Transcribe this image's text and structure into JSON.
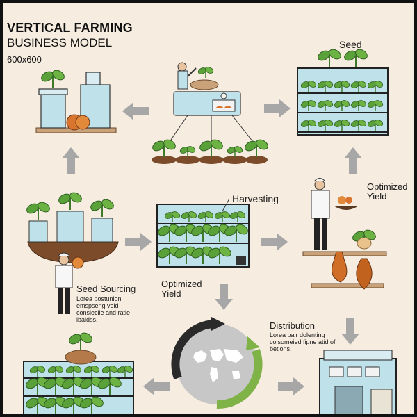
{
  "header": {
    "title": "VERTICAL FARMING",
    "subtitle": "BUSINESS MODEL",
    "size": "600x600"
  },
  "labels": {
    "seed": "Seed",
    "harvesting": "Harvesting",
    "optimized_yield_right": "Optimized\nYield",
    "optimized_yield_mid": "Optimized\nYield",
    "seed_sourcing_title": "Seed Sourcing",
    "seed_sourcing_body": "Lorea postunion emspseng veid consiecile and ratie ibaidss.",
    "distribution_title": "Distribution",
    "distribution_body": "Lorea pair dolenting colsomeied fipne atid of betions."
  },
  "colors": {
    "background": "#f6ecdf",
    "plant_green": "#5aa13a",
    "rack_blue": "#bfe1ea",
    "arrow_grey": "#a7a7a7",
    "earth_brown": "#7b4b2a",
    "cycle_green": "#7fb247"
  },
  "icons": [
    "farmer-icon",
    "seed-machine-icon",
    "world-map-icon",
    "warehouse-icon",
    "vase-icon",
    "seed-pot-icon"
  ]
}
